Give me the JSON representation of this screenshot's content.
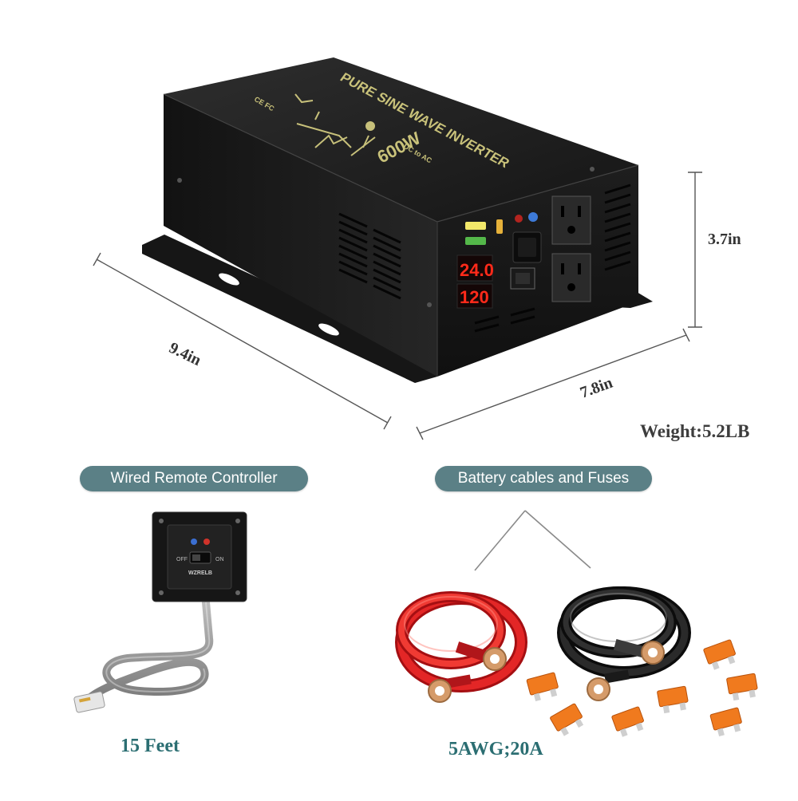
{
  "product": {
    "face_text": "PURE SINE WAVE INVERTER",
    "power": "600W",
    "dc_ac": "DC to AC",
    "cert": "CE FC",
    "display_voltage": "24.0",
    "display_ac": "120"
  },
  "dimensions": {
    "length": "9.4in",
    "width": "7.8in",
    "height": "3.7in",
    "weight": "Weight:5.2LB"
  },
  "remote": {
    "badge": "Wired Remote Controller",
    "brand": "WZRELB",
    "off_label": "OFF",
    "on_label": "ON",
    "cable_length": "15 Feet"
  },
  "accessories": {
    "badge": "Battery cables and Fuses",
    "spec": "5AWG;20A"
  },
  "colors": {
    "badge_bg": "#5b8086",
    "caption_teal": "#2b6e72",
    "inverter_body": "#1f1f1f",
    "display_red": "#ff2a1a",
    "cable_red": "#d81b1b",
    "fuse_orange": "#f07a1e"
  }
}
